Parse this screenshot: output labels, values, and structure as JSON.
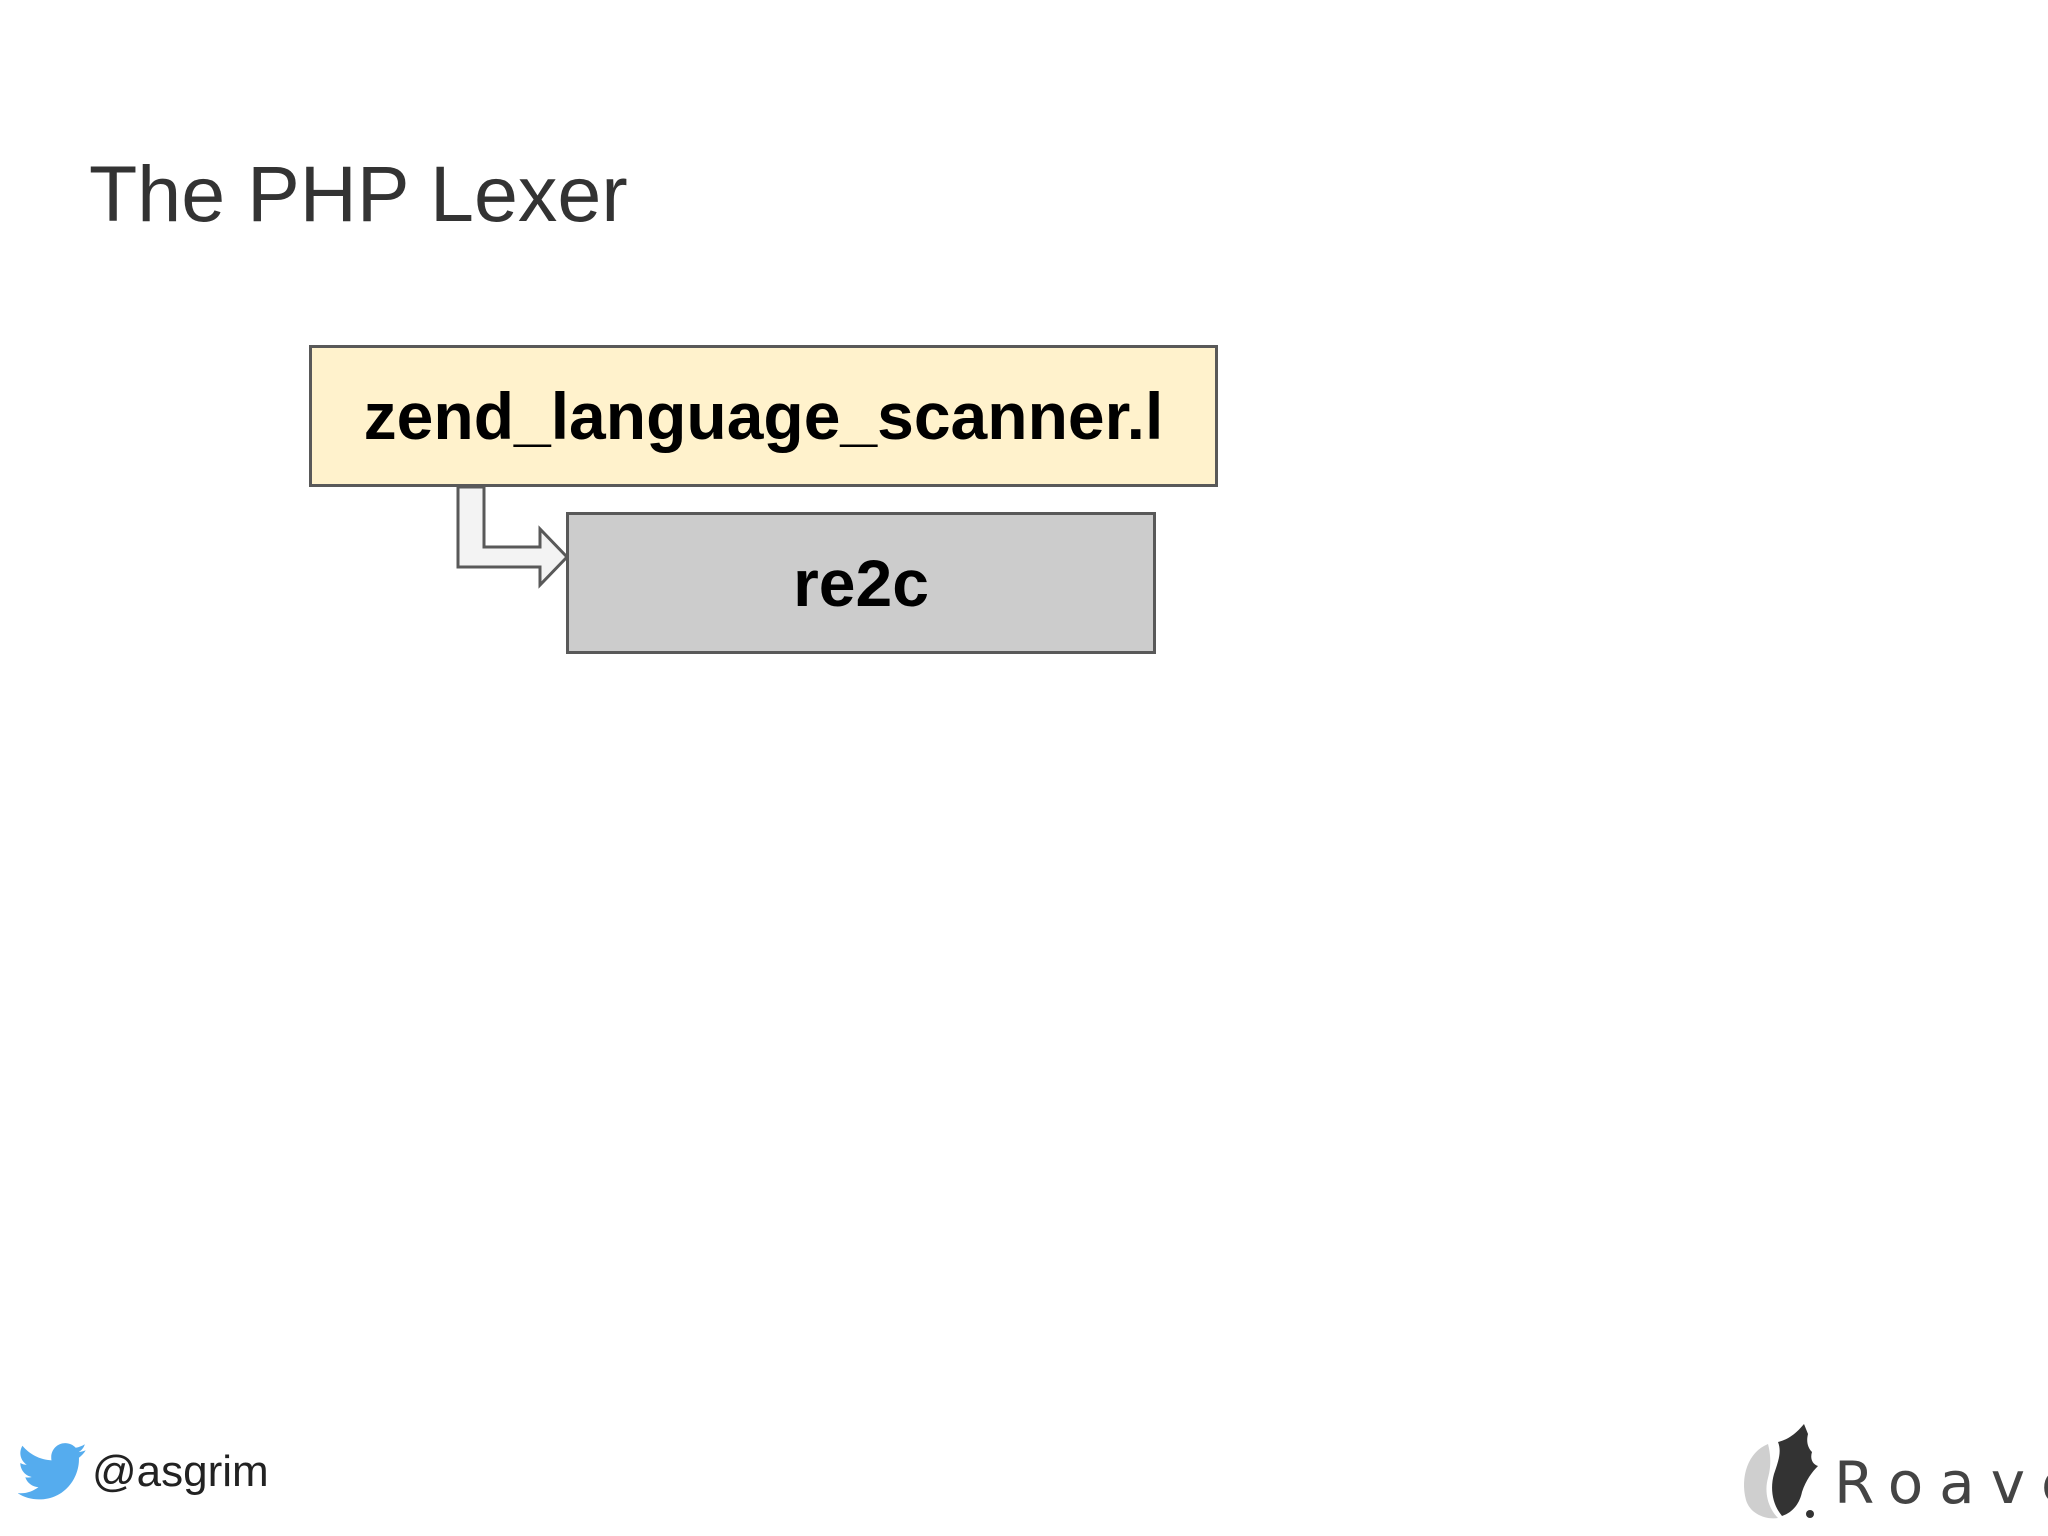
{
  "slide": {
    "title": "The PHP Lexer"
  },
  "diagram": {
    "nodes": [
      {
        "id": "source",
        "label": "zend_language_scanner.l"
      },
      {
        "id": "tool",
        "label": "re2c"
      }
    ],
    "edges": [
      {
        "from": "source",
        "to": "tool"
      }
    ],
    "colors": {
      "source_fill": "#fff2cc",
      "tool_fill": "#cccccc",
      "border": "#595959",
      "arrow_fill": "#f3f3f3"
    }
  },
  "footer": {
    "twitter_icon": "twitter-bird-icon",
    "handle": "@asgrim",
    "brand_logo_icon": "roave-logo-icon",
    "brand_logo_text": "Roave",
    "twitter_color": "#55acee"
  }
}
